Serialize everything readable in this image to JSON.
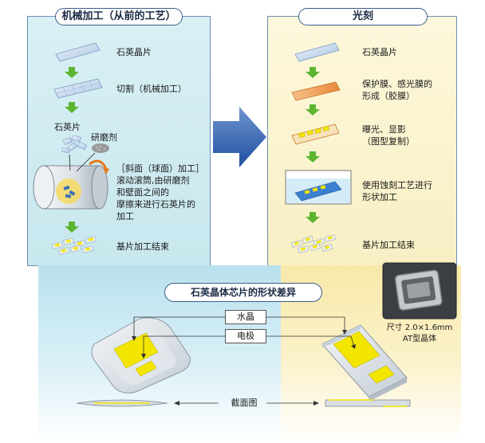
{
  "left_panel": {
    "title": "机械加工（从前的工艺）",
    "step1": "石英晶片",
    "step2": "切割（机械加工）",
    "step3_label_chip": "石英片",
    "step3_label_abrasive": "研磨剂",
    "step4_line1": "［斜面（球面）加工］",
    "step4_line2": "滚动滚筒,由研磨剂",
    "step4_line3": "和壁面之间的",
    "step4_line4": "摩擦来进行石英片的",
    "step4_line5": "加工",
    "step5": "基片加工结束"
  },
  "right_panel": {
    "title": "光刻",
    "step1": "石英晶片",
    "step2_line1": "保护膜、感光膜的",
    "step2_line2": "形成（胶膜）",
    "step3_line1": "曝光、显影",
    "step3_line2": "（图型复制）",
    "step4_line1": "使用蚀刻工艺进行",
    "step4_line2": "形状加工",
    "step5": "基片加工结束"
  },
  "comparison": {
    "title": "石英晶体芯片的形状差异",
    "crystal_label": "水晶",
    "electrode_label": "电极",
    "size_line1": "尺寸 2.0×1.6mm",
    "size_line2": "AT型晶体",
    "cross_section_label": "截面图"
  },
  "colors": {
    "left_bg": "#c8e7ee",
    "right_bg": "#f8efc4",
    "arrow_green": "#5cb531",
    "big_arrow_blue": "#1f4fa0",
    "electrode_yellow": "#f2e600",
    "accent_orange": "#e87a1a"
  }
}
